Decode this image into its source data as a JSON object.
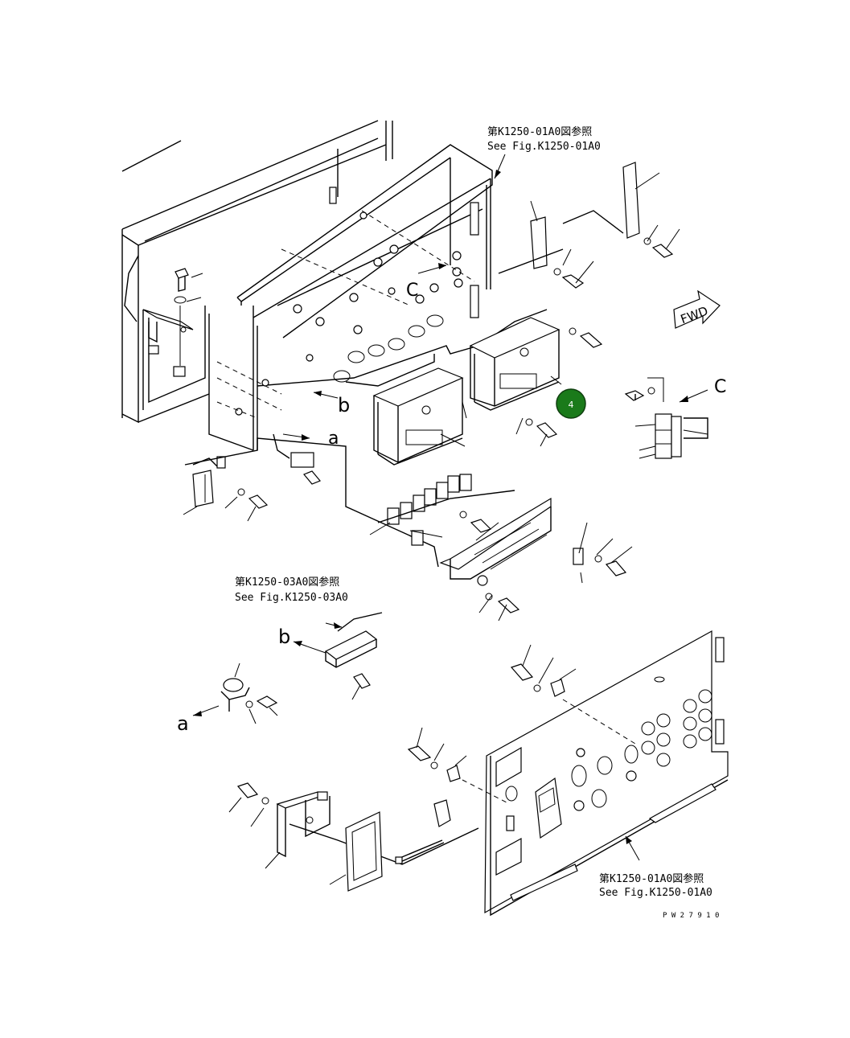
{
  "references": {
    "top": {
      "jp": "第K1250-01A0図参照",
      "en": "See Fig.K1250-01A0"
    },
    "middle": {
      "jp": "第K1250-03A0図参照",
      "en": "See Fig.K1250-03A0"
    },
    "bottom": {
      "jp": "第K1250-01A0図参照",
      "en": "See Fig.K1250-01A0"
    }
  },
  "direction_label": "FWD",
  "connection_letters": {
    "a": "a",
    "b": "b",
    "c": "C"
  },
  "callout": {
    "number": "4",
    "color": "#1a7a1a"
  },
  "drawing_id": "P W 2 7 9 1 0"
}
